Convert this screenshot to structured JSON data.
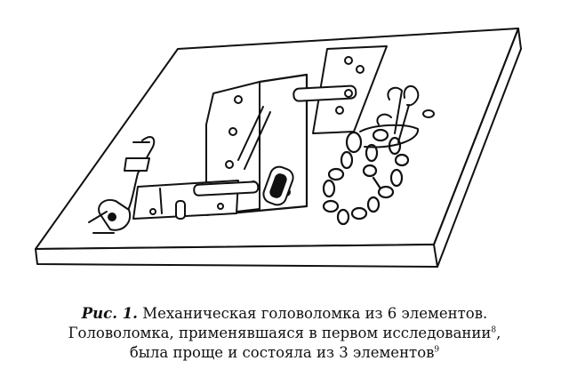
{
  "figure": {
    "icons": [
      "wooden-board",
      "door-hinge",
      "latch-bolt",
      "hook-lever",
      "chain",
      "ring-hooks",
      "screws"
    ]
  },
  "caption": {
    "label": "Рис. 1.",
    "line1": "Механическая головоломка из 6 элементов.",
    "line2": "Головоломка, применявшаяся в первом исследовании",
    "ref1": "8",
    "line2_end": ",",
    "line3": "была проще и состояла из 3 элементов",
    "ref2": "9"
  }
}
